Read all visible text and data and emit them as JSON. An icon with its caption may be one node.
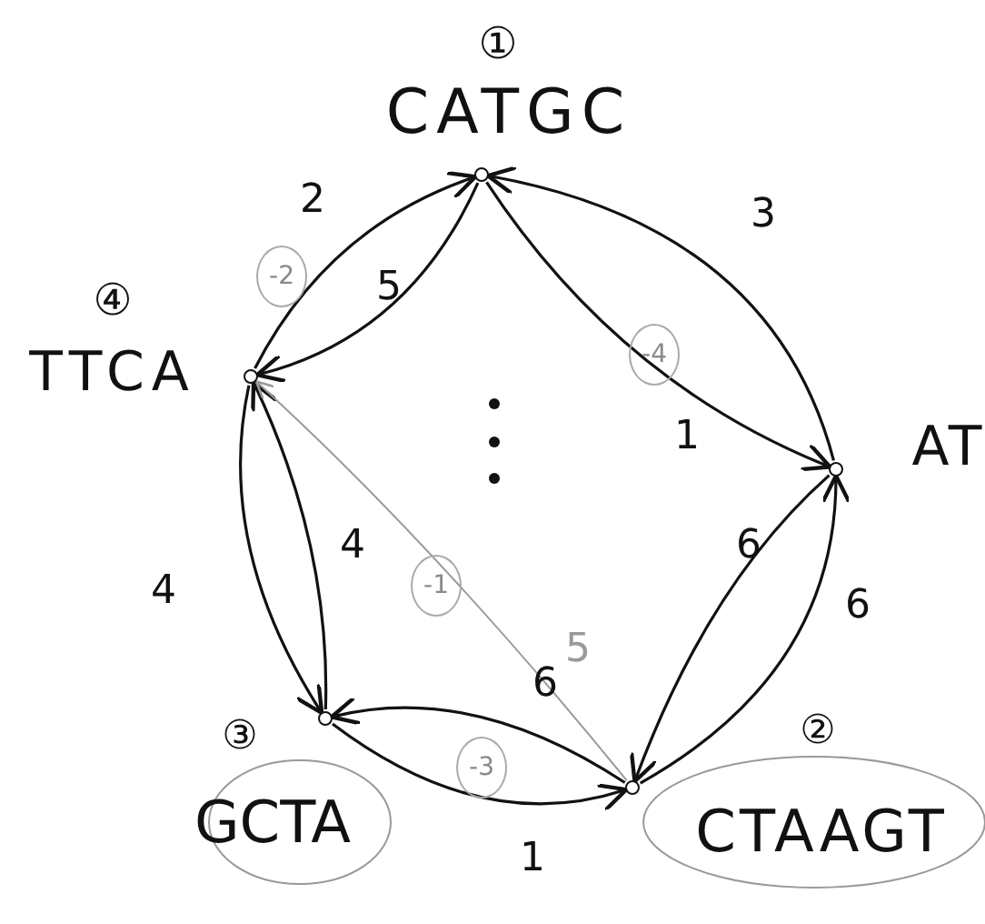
{
  "diagram": {
    "nodes": [
      {
        "text": [],
        "shape": "circle",
        "beside": [
          "①",
          "CATGC"
        ]
      },
      {
        "text": [],
        "shape": "circle",
        "beside": [
          "AT"
        ]
      },
      {
        "text": [],
        "shape": "circle",
        "beside": [
          "②",
          "CTAAGT"
        ]
      },
      {
        "text": [],
        "shape": "circle",
        "beside": [
          "③",
          "GCTA"
        ]
      },
      {
        "text": [],
        "shape": "circle",
        "beside": [
          "④",
          "TTCA"
        ]
      }
    ],
    "edges": [
      {
        "from": 4,
        "to": 0,
        "arrow": "to",
        "label": "2"
      },
      {
        "from": 0,
        "to": 4,
        "arrow": "to",
        "label": "5"
      },
      {
        "from": 0,
        "to": 1,
        "arrow": "to",
        "label": "1"
      },
      {
        "from": 1,
        "to": 0,
        "arrow": "to",
        "label": "3"
      },
      {
        "from": 1,
        "to": 2,
        "arrow": "to",
        "label": "6"
      },
      {
        "from": 2,
        "to": 1,
        "arrow": "to",
        "label": "6"
      },
      {
        "from": 2,
        "to": 3,
        "arrow": "to",
        "label": "6"
      },
      {
        "from": 3,
        "to": 2,
        "arrow": "to",
        "label": "1"
      },
      {
        "from": 4,
        "to": 3,
        "arrow": "to",
        "label": "4"
      },
      {
        "from": 3,
        "to": 4,
        "arrow": "to",
        "label": "4"
      },
      {
        "from": 2,
        "to": 4,
        "arrow": "to",
        "label": "5",
        "color": "#9a9a9a"
      }
    ],
    "labels": [
      "-2",
      "-4",
      "-1",
      "-3"
    ]
  }
}
